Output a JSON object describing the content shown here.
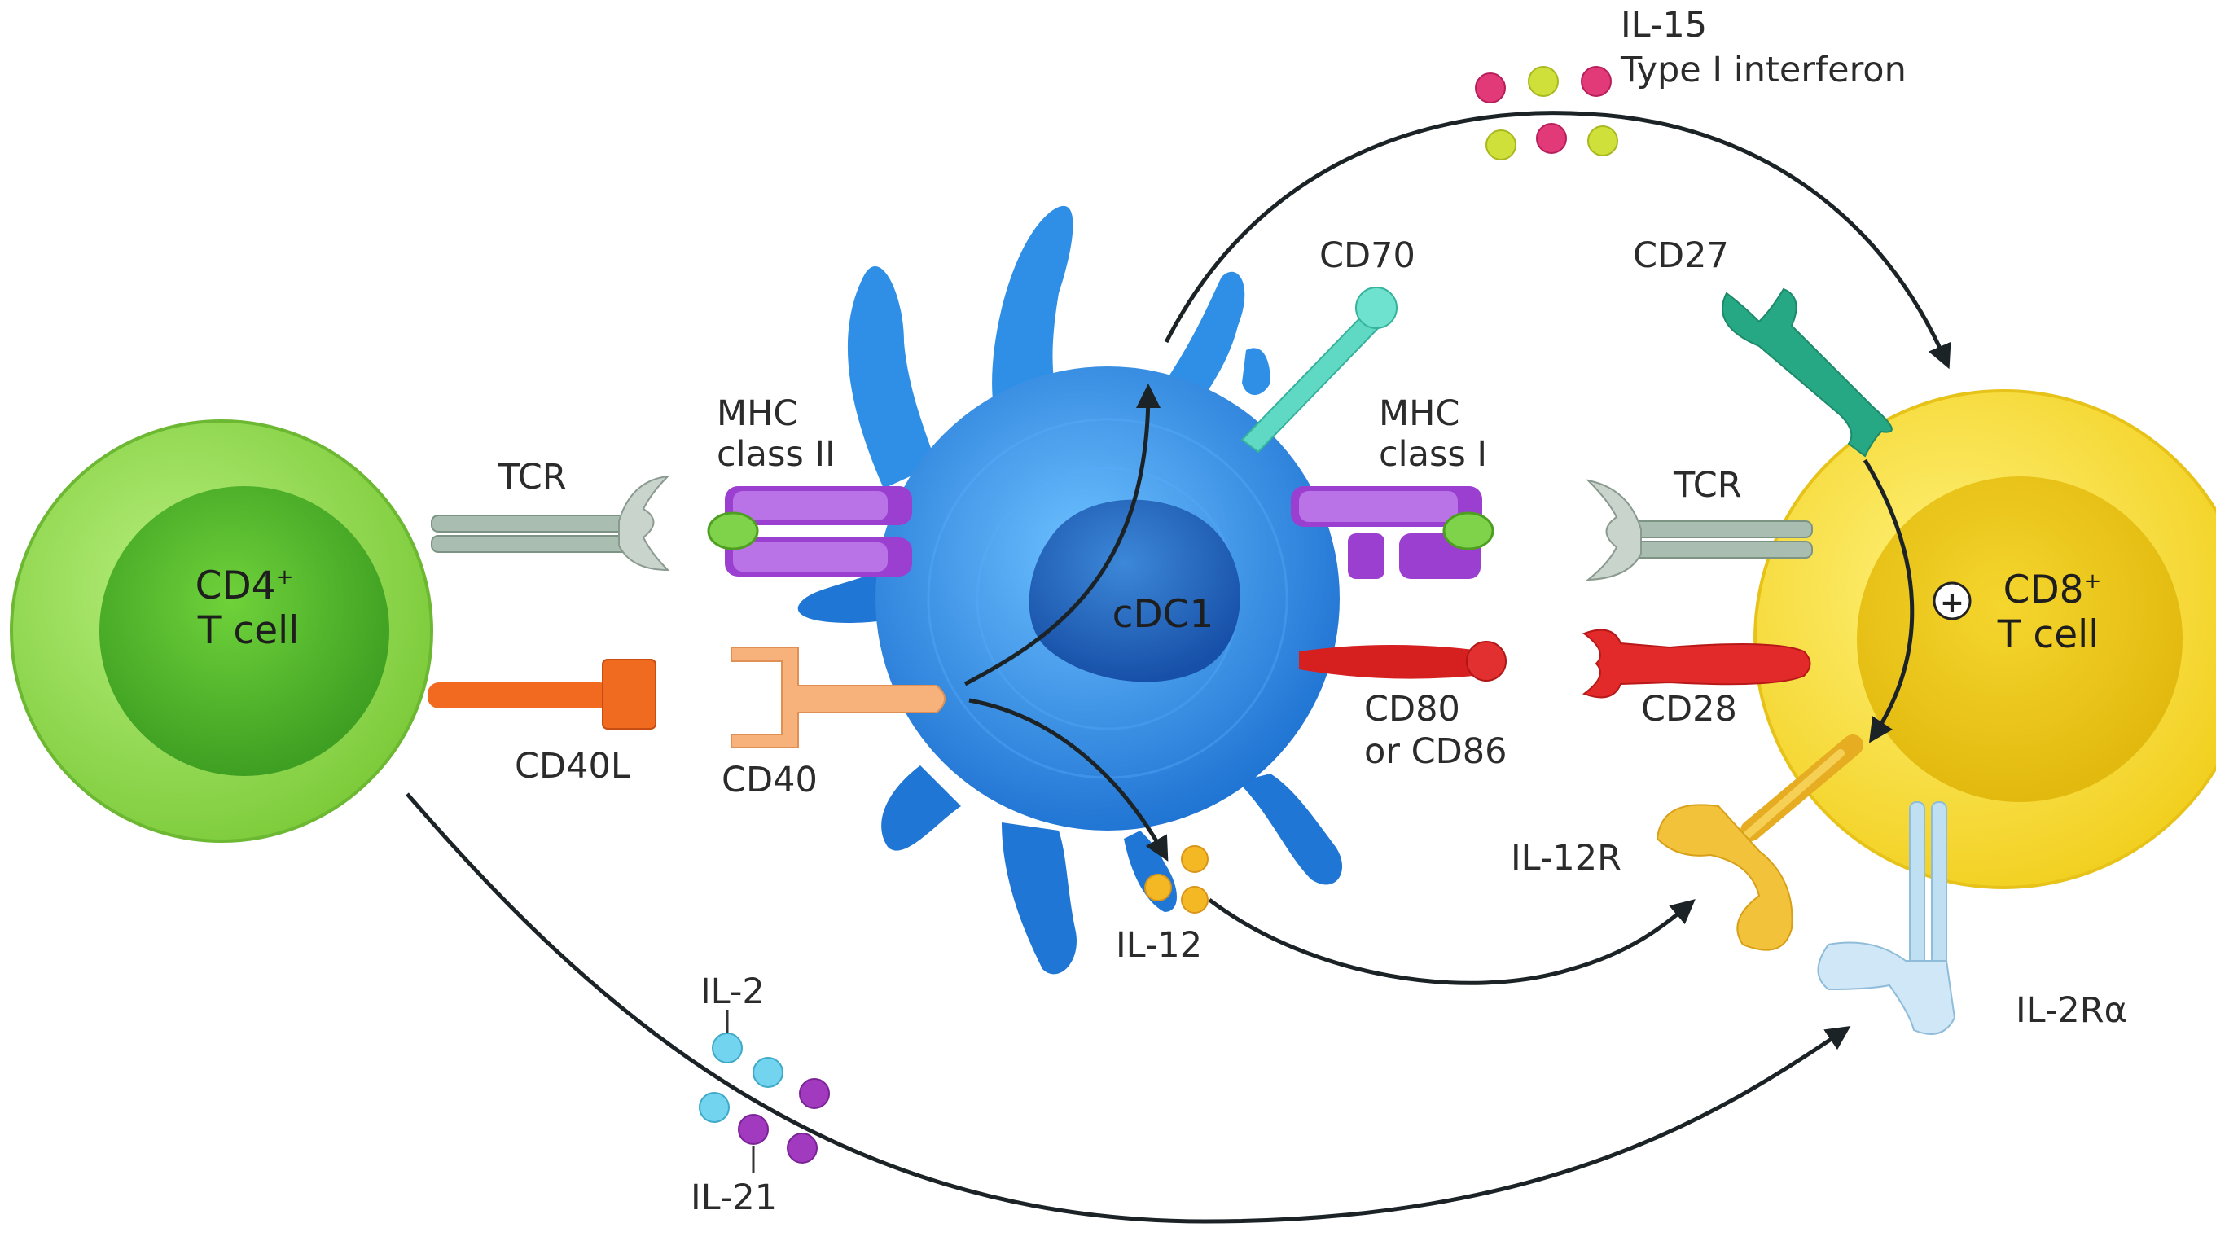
{
  "cells": {
    "cd4": {
      "label_main": "CD4",
      "label_sup": "+",
      "label_line2": "T cell"
    },
    "dc": {
      "label": "cDC1"
    },
    "cd8": {
      "label_main": "CD8",
      "label_sup": "+",
      "label_line2": "T cell",
      "plus_symbol": "+"
    }
  },
  "molecules": {
    "tcr_left": "TCR",
    "mhc2_line1": "MHC",
    "mhc2_line2": "class II",
    "cd40l": "CD40L",
    "cd40": "CD40",
    "cd70": "CD70",
    "cd27": "CD27",
    "mhc1_line1": "MHC",
    "mhc1_line2": "class I",
    "tcr_right": "TCR",
    "cd80_line1": "CD80",
    "cd80_line2": "or CD86",
    "cd28": "CD28",
    "il12r": "IL-12R",
    "il2ra": "IL-2Rα"
  },
  "cytokines": {
    "il15": "IL-15",
    "type1_ifn": "Type I interferon",
    "il12": "IL-12",
    "il2": "IL-2",
    "il21": "IL-21"
  },
  "colors": {
    "cd4_cell": "#8fd84a",
    "dc_cell": "#2f8fe6",
    "cd8_cell": "#f7d93a",
    "tcr": "#9fb3a6",
    "mhc": "#9a3fd0",
    "cd40l": "#f26a1f",
    "cd40": "#f6b27a",
    "cd70": "#5fd9c4",
    "cd27": "#27a884",
    "cd80": "#d62020",
    "il12r": "#f2c23a",
    "il2ra": "#bfe0f3",
    "il15_dot": "#e23a78",
    "ifn_dot": "#cfe03a",
    "il12_dot": "#f5b825",
    "il2_dot": "#72d4ee",
    "il21_dot": "#a23ac0"
  }
}
